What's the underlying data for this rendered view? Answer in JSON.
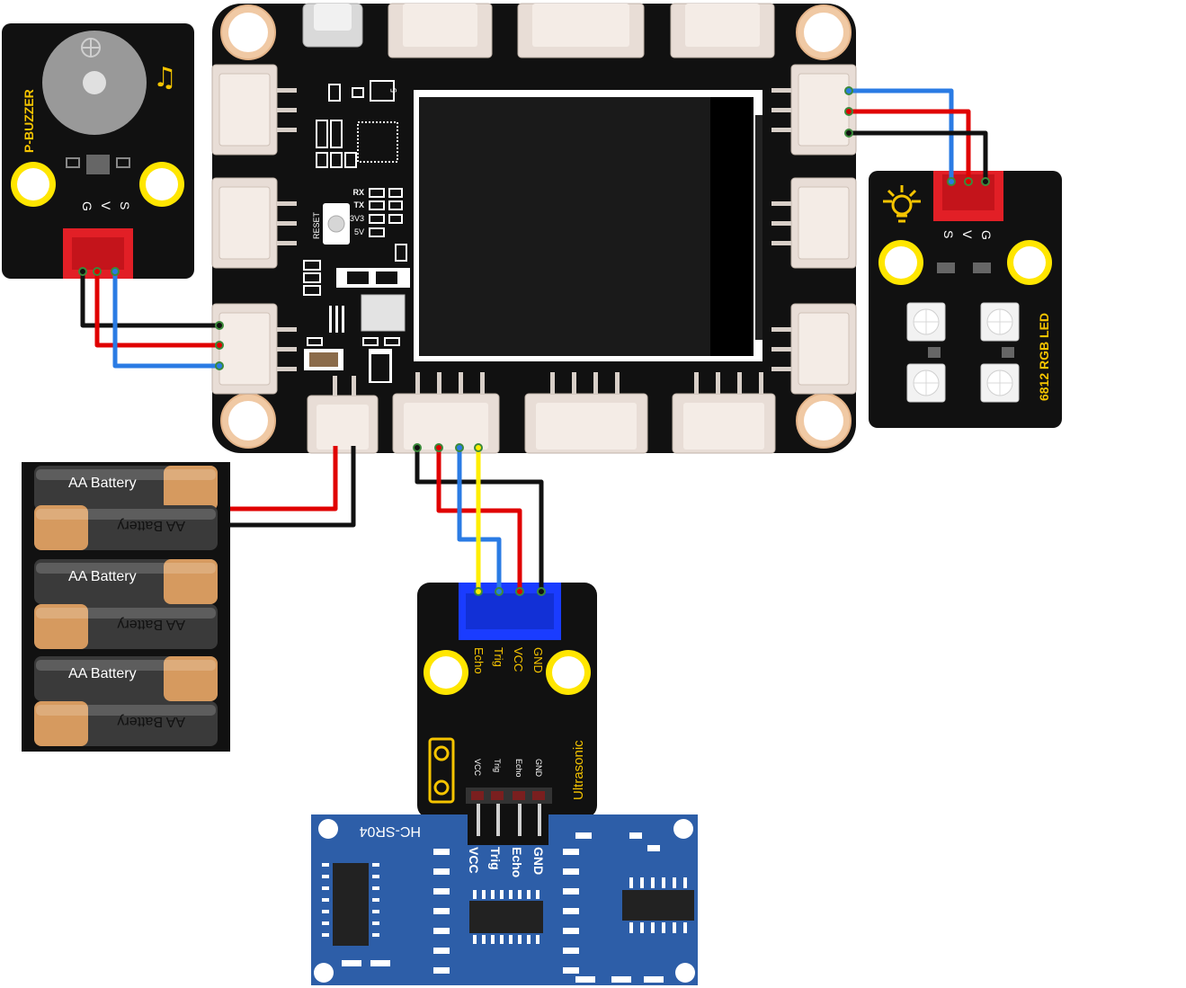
{
  "colors": {
    "board": "#111111",
    "connector": "#e8ddd6",
    "mount_ring": "#f0c9a4",
    "yellow": "#ffe600",
    "label_yellow": "#f5c400",
    "header_red": "#e21f26",
    "header_blue": "#1a3cff",
    "hcsr04_blue": "#2d5ea8",
    "wire_red": "#e00000",
    "wire_blue": "#2a7be4",
    "wire_black": "#111111",
    "wire_yellow": "#ffee00",
    "battery_copper": "#d69a5f"
  },
  "main_board": {
    "reset_label": "RESET",
    "led_labels": [
      "RX",
      "TX",
      "3V3",
      "5V"
    ],
    "ic_mark": "5"
  },
  "buzzer": {
    "title": "P-BUZZER",
    "pins": [
      "G",
      "V",
      "S"
    ]
  },
  "rgb_led": {
    "title": "6812 RGB LED",
    "pins": [
      "S",
      "V",
      "G"
    ]
  },
  "battery_pack": {
    "cells": [
      "AA Battery",
      "AA Battery",
      "AA Battery",
      "AA Battery",
      "AA Battery",
      "AA Battery"
    ]
  },
  "ultrasonic_module": {
    "title": "Ultrasonic",
    "top_pins": [
      "Echo",
      "Trig",
      "VCC",
      "GND"
    ],
    "bottom_pins": [
      "VCC",
      "Trig",
      "Echo",
      "GND"
    ]
  },
  "hcsr04": {
    "title": "HC-SR04",
    "pins": [
      "VCC",
      "Trig",
      "Echo",
      "GND"
    ]
  }
}
